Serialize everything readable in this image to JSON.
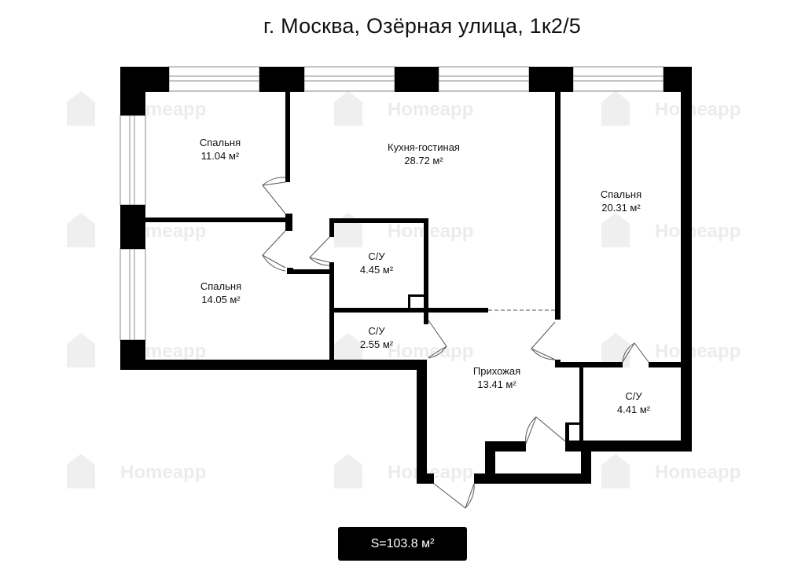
{
  "title": "г. Москва, Озёрная улица, 1к2/5",
  "watermark": "Homeapp",
  "total_area": "S=103.8 м²",
  "rooms": [
    {
      "name": "Спальня",
      "area": "11.04 м²"
    },
    {
      "name": "Кухня-гостиная",
      "area": "28.72 м²"
    },
    {
      "name": "Спальня",
      "area": "20.31 м²"
    },
    {
      "name": "Спальня",
      "area": "14.05 м²"
    },
    {
      "name": "С/У",
      "area": "4.45 м²"
    },
    {
      "name": "С/У",
      "area": "2.55 м²"
    },
    {
      "name": "Прихожая",
      "area": "13.41 м²"
    },
    {
      "name": "С/У",
      "area": "4.41 м²"
    }
  ],
  "colors": {
    "wall": "#000000",
    "background": "#ffffff",
    "watermark": "#ececec"
  }
}
